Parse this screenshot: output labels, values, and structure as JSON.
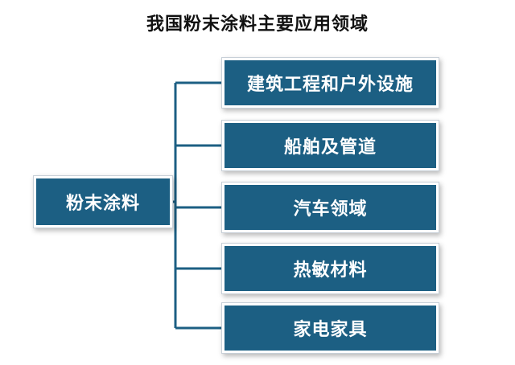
{
  "title": "我国粉末涂料主要应用领域",
  "root": {
    "label": "粉末涂料"
  },
  "children": [
    {
      "label": "建筑工程和户外设施"
    },
    {
      "label": "船舶及管道"
    },
    {
      "label": "汽车领域"
    },
    {
      "label": "热敏材料"
    },
    {
      "label": "家电家具"
    }
  ],
  "colors": {
    "node_fill": "#1c5f83",
    "connector": "#1c5f83",
    "node_text": "#ffffff"
  }
}
